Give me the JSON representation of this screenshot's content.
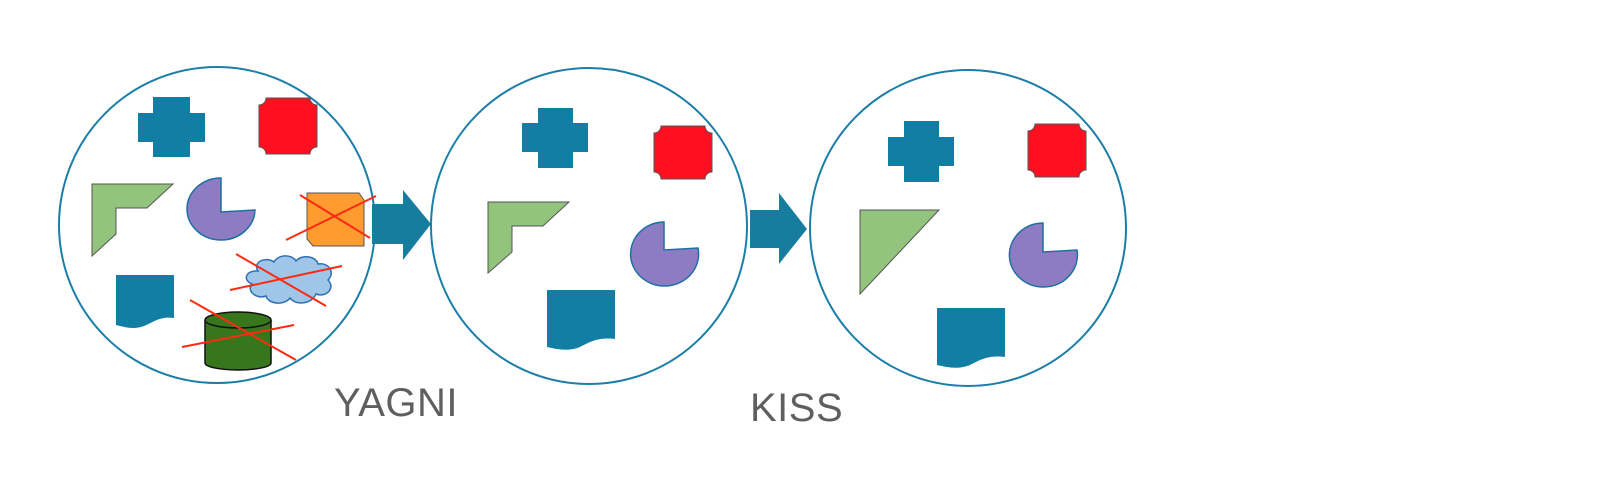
{
  "labels": {
    "yagni": "YAGNI",
    "kiss": "KISS"
  },
  "colors": {
    "circle_stroke": "#1b7ea8",
    "arrow": "#177d9f",
    "teal_shape": "#137ea3",
    "red_shape": "#ff0f1f",
    "green_shape": "#93c47d",
    "purple_shape": "#8e7cc3",
    "orange_shape": "#ff9b2f",
    "cloud_shape": "#9fc5e8",
    "cylinder_shape": "#38761d",
    "cross_out": "#ff2a10",
    "label_text": "#5f5f5f"
  },
  "stages": [
    {
      "name": "original",
      "shapes": [
        "cross-icon",
        "octagon-icon",
        "l-corner-icon",
        "pie-icon",
        "crossed-orange-octagon-icon",
        "crossed-cloud-icon",
        "document-icon",
        "crossed-cylinder-icon"
      ]
    },
    {
      "name": "after-yagni",
      "shapes": [
        "cross-icon",
        "octagon-icon",
        "l-corner-icon",
        "pie-icon",
        "document-icon"
      ]
    },
    {
      "name": "after-kiss",
      "shapes": [
        "cross-icon",
        "octagon-icon",
        "triangle-icon",
        "pie-icon",
        "document-icon"
      ]
    }
  ]
}
